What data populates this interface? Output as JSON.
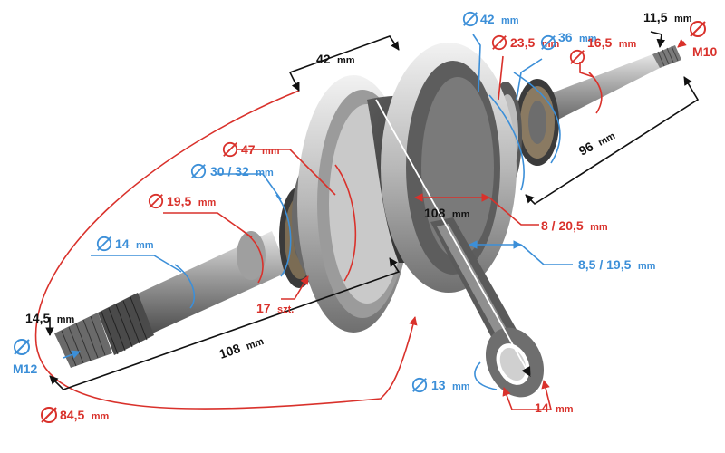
{
  "colors": {
    "red": "#d9312b",
    "blue": "#3c8fd8",
    "black": "#111111",
    "metal_light": "#d8d8d8",
    "metal_dark": "#3a3a3a"
  },
  "icons": {
    "diameter": "diameter-symbol-icon"
  },
  "labels": {
    "flywheel_width": {
      "value": "42",
      "unit": "mm"
    },
    "bearing_right_outer": {
      "value": "42",
      "unit": "mm"
    },
    "sprocket_right": {
      "value": "23,5",
      "unit": "mm"
    },
    "bearing_right_inner": {
      "value": "36",
      "unit": "mm"
    },
    "shaft_right": {
      "value": "16,5",
      "unit": "mm"
    },
    "thread_right_length": {
      "value": "11,5",
      "unit": "mm"
    },
    "thread_right": {
      "value": "M10"
    },
    "right_shaft_length": {
      "value": "96",
      "unit": "mm"
    },
    "crank_pin": {
      "value": "108",
      "unit": "mm"
    },
    "web_gap": {
      "value": "8 / 20,5",
      "unit": "mm"
    },
    "rod_offset": {
      "value": "8,5 / 19,5",
      "unit": "mm"
    },
    "bearing_left_outer": {
      "value": "47",
      "unit": "mm"
    },
    "bearing_left_inner": {
      "value": "30 / 32",
      "unit": "mm"
    },
    "shaft_left": {
      "value": "19,5",
      "unit": "mm"
    },
    "shaft_left_small": {
      "value": "14",
      "unit": "mm"
    },
    "teeth": {
      "value": "17",
      "unit": "szt."
    },
    "thread_left_length": {
      "value": "14,5",
      "unit": "mm"
    },
    "thread_left": {
      "value": "M12"
    },
    "left_shaft_length": {
      "value": "108",
      "unit": "mm"
    },
    "rod_small_end": {
      "value": "13",
      "unit": "mm"
    },
    "rod_small_end_width": {
      "value": "14",
      "unit": "mm"
    },
    "flywheel_diameter": {
      "value": "84,5",
      "unit": "mm"
    }
  }
}
